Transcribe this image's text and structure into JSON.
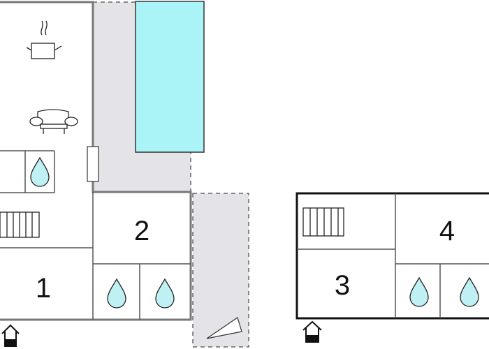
{
  "floorplan": {
    "left_unit": {
      "rooms": [
        {
          "id": "kitchen-living",
          "icons": [
            "cooking-pot-icon",
            "sofa-icon"
          ]
        },
        {
          "id": "bathroom-left",
          "icons": [
            "water-drop-icon"
          ]
        },
        {
          "id": "stairs-left",
          "icons": [
            "stairs-icon"
          ]
        },
        {
          "id": "bedroom-1",
          "label": "1"
        },
        {
          "id": "bedroom-2",
          "label": "2"
        },
        {
          "id": "bathroom-a",
          "icons": [
            "water-drop-icon"
          ]
        },
        {
          "id": "bathroom-b",
          "icons": [
            "water-drop-icon"
          ]
        }
      ],
      "entrance": "entrance-icon"
    },
    "right_unit": {
      "rooms": [
        {
          "id": "stairs-right",
          "icons": [
            "stairs-icon"
          ]
        },
        {
          "id": "bedroom-3",
          "label": "3"
        },
        {
          "id": "bedroom-4",
          "label": "4"
        },
        {
          "id": "bathroom-c",
          "icons": [
            "water-drop-icon"
          ]
        },
        {
          "id": "bathroom-d",
          "icons": [
            "water-drop-icon"
          ]
        }
      ],
      "entrance": "entrance-icon"
    },
    "outdoor": {
      "pool_color": "#aaf4f8",
      "terrace_color": "#e4e4e8",
      "drop_color": "#bff1f4",
      "wall_color": "#777777"
    }
  }
}
